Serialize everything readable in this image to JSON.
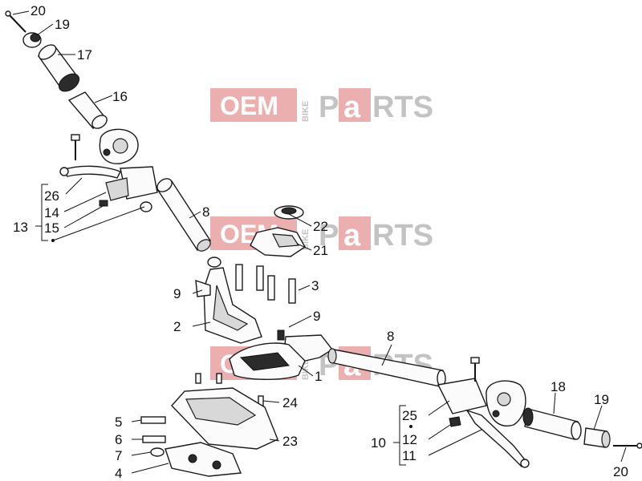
{
  "watermark": {
    "word_a": "OEM",
    "word_b": "BIKE",
    "word_c": "P",
    "word_d": "a",
    "word_e": "RTS",
    "colors": {
      "band": "#e8a2a2",
      "text_light": "#ffffff",
      "gray": "#b9b9b9",
      "accent": "#e35b5b"
    }
  },
  "callouts": {
    "c20_top": "20",
    "c19_top": "19",
    "c17": "17",
    "c16": "16",
    "c26": "26",
    "c14": "14",
    "c13": "13",
    "c15": "15",
    "c8_top": "8",
    "c22": "22",
    "c21": "21",
    "c9_top": "9",
    "c3": "3",
    "c2": "2",
    "c9_mid": "9",
    "c8_right": "8",
    "c1": "1",
    "c24": "24",
    "c5": "5",
    "c6": "6",
    "c7": "7",
    "c4": "4",
    "c23": "23",
    "c18": "18",
    "c19_right": "19",
    "c25": "25",
    "c12": "12",
    "c10": "10",
    "c11": "11",
    "c20_right": "20"
  }
}
